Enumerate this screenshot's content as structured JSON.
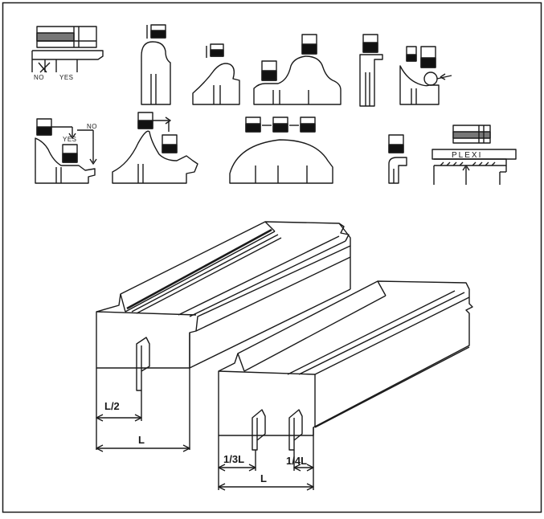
{
  "labels": {
    "no_left": "NO",
    "yes_left": "YES",
    "yes_mid": "YES",
    "no_mid": "NO",
    "plexi": "PLEXI",
    "half_l": "L/2",
    "l_left": "L",
    "third_l": "1/3L",
    "quarter_l": "1/4L",
    "l_right": "L"
  },
  "colors": {
    "ink": "#1a1a1a",
    "block": "#111111",
    "paper": "#ffffff"
  }
}
